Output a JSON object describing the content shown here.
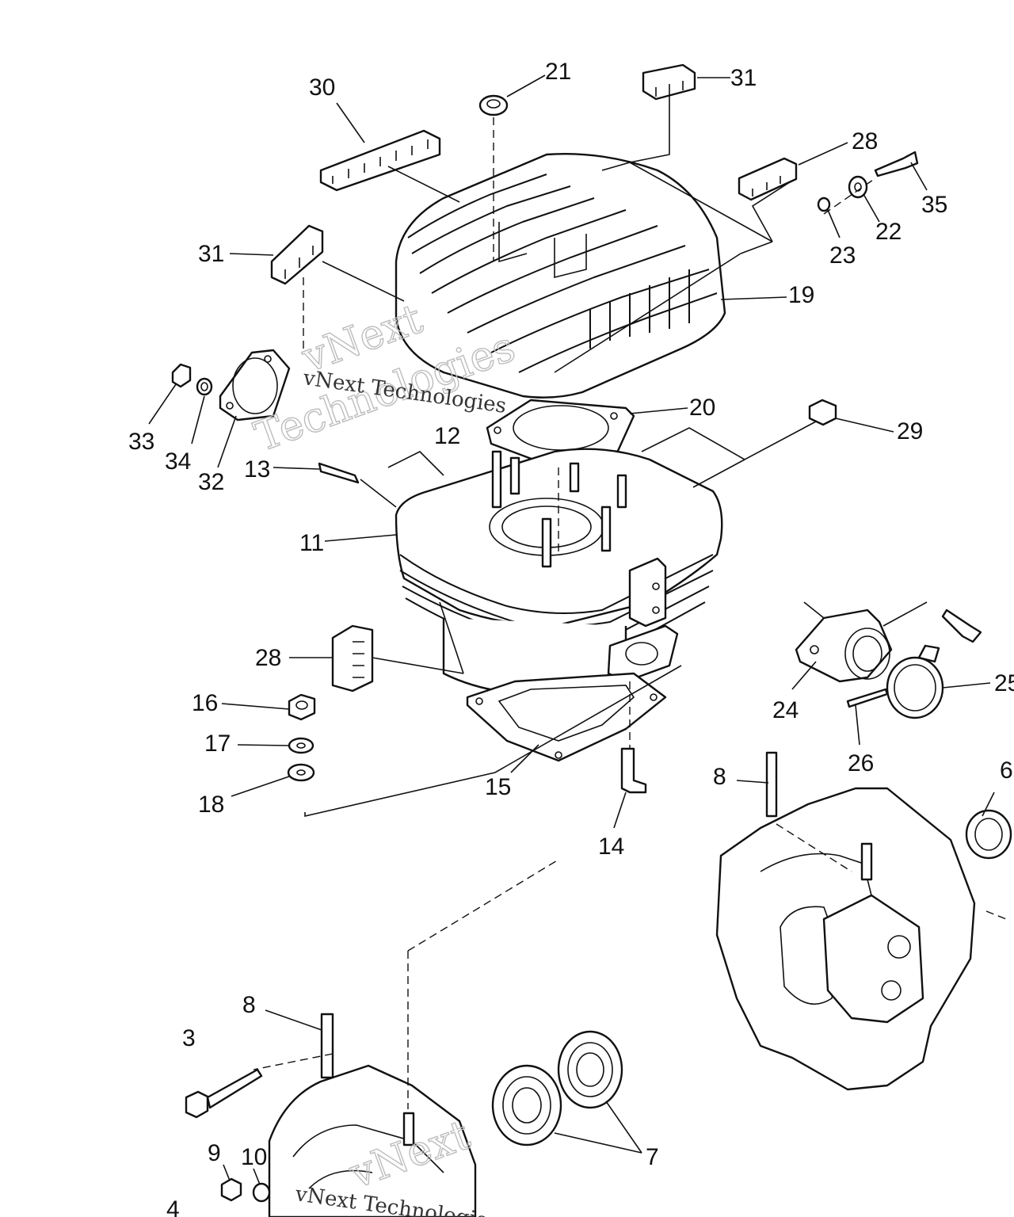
{
  "callouts": [
    {
      "id": "c21",
      "text": "21"
    },
    {
      "id": "c31a",
      "text": "31"
    },
    {
      "id": "c30",
      "text": "30"
    },
    {
      "id": "c28a",
      "text": "28"
    },
    {
      "id": "c35",
      "text": "35"
    },
    {
      "id": "c22",
      "text": "22"
    },
    {
      "id": "c23",
      "text": "23"
    },
    {
      "id": "c31b",
      "text": "31"
    },
    {
      "id": "c19",
      "text": "19"
    },
    {
      "id": "c20",
      "text": "20"
    },
    {
      "id": "c29",
      "text": "29"
    },
    {
      "id": "c12",
      "text": "12"
    },
    {
      "id": "c33",
      "text": "33"
    },
    {
      "id": "c34",
      "text": "34"
    },
    {
      "id": "c32",
      "text": "32"
    },
    {
      "id": "c13",
      "text": "13"
    },
    {
      "id": "c11",
      "text": "11"
    },
    {
      "id": "c28b",
      "text": "28"
    },
    {
      "id": "c24",
      "text": "24"
    },
    {
      "id": "c25",
      "text": "25"
    },
    {
      "id": "c26",
      "text": "26"
    },
    {
      "id": "c16",
      "text": "16"
    },
    {
      "id": "c17",
      "text": "17"
    },
    {
      "id": "c18",
      "text": "18"
    },
    {
      "id": "c15",
      "text": "15"
    },
    {
      "id": "c14",
      "text": "14"
    },
    {
      "id": "c8a",
      "text": "8"
    },
    {
      "id": "c6",
      "text": "6"
    },
    {
      "id": "c8b",
      "text": "8"
    },
    {
      "id": "c3",
      "text": "3"
    },
    {
      "id": "c9",
      "text": "9"
    },
    {
      "id": "c10",
      "text": "10"
    },
    {
      "id": "c7",
      "text": "7"
    },
    {
      "id": "c4",
      "text": "4"
    }
  ],
  "watermark": {
    "brand_top": "vNext",
    "brand_bottom": "Technologies",
    "small": "vNext Technologies"
  },
  "colors": {
    "ink": "#111111",
    "paper": "#ffffff",
    "watermark": "#bdbdbd"
  }
}
